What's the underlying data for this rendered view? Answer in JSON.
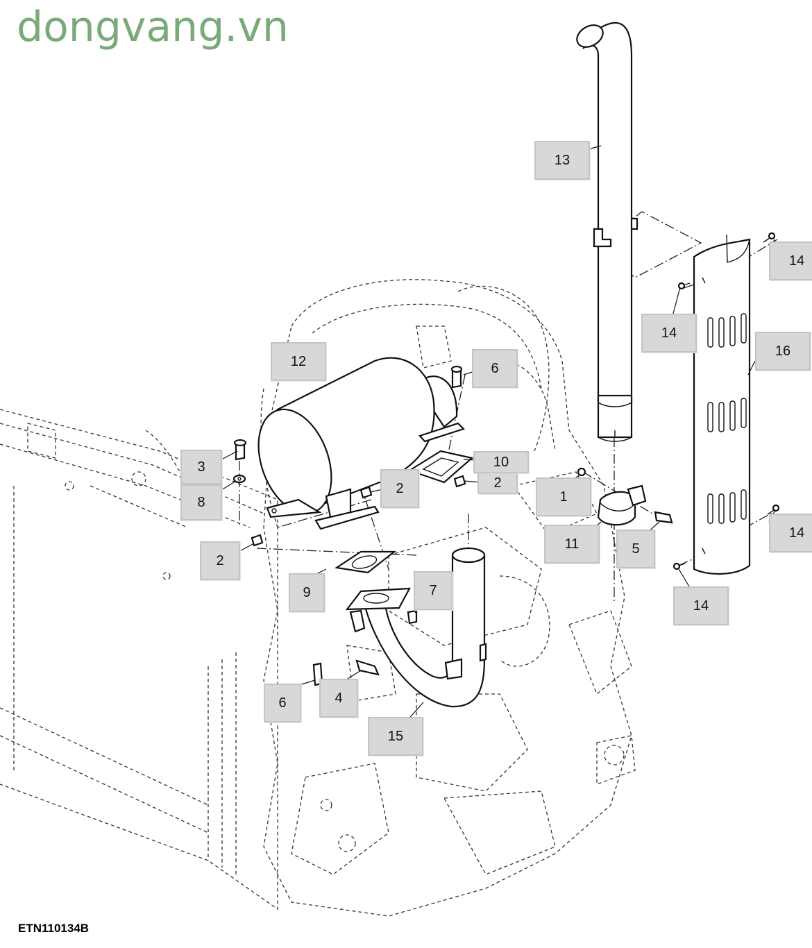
{
  "watermark": "dongvang.vn",
  "figure_code": "ETN110134B",
  "callouts": [
    {
      "id": "c13",
      "label": "13"
    },
    {
      "id": "c14a",
      "label": "14"
    },
    {
      "id": "c14b",
      "label": "14"
    },
    {
      "id": "c16",
      "label": "16"
    },
    {
      "id": "c12",
      "label": "12"
    },
    {
      "id": "c6a",
      "label": "6"
    },
    {
      "id": "c10",
      "label": "10"
    },
    {
      "id": "c2a",
      "label": "2"
    },
    {
      "id": "c3",
      "label": "3"
    },
    {
      "id": "c2b",
      "label": "2"
    },
    {
      "id": "c1",
      "label": "1"
    },
    {
      "id": "c8",
      "label": "8"
    },
    {
      "id": "c14c",
      "label": "14"
    },
    {
      "id": "c11",
      "label": "11"
    },
    {
      "id": "c5",
      "label": "5"
    },
    {
      "id": "c2c",
      "label": "2"
    },
    {
      "id": "c9",
      "label": "9"
    },
    {
      "id": "c7",
      "label": "7"
    },
    {
      "id": "c14d",
      "label": "14"
    },
    {
      "id": "c6b",
      "label": "6"
    },
    {
      "id": "c4",
      "label": "4"
    },
    {
      "id": "c15",
      "label": "15"
    }
  ]
}
